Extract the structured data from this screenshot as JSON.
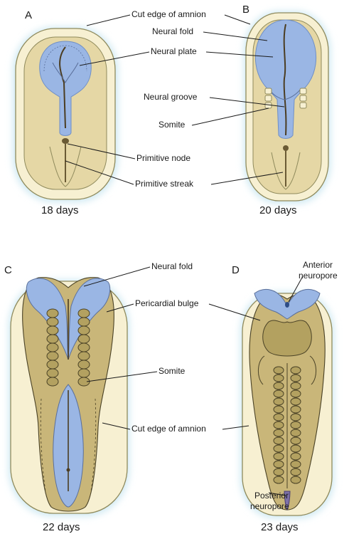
{
  "panels": {
    "a": {
      "letter": "A",
      "age": "18 days",
      "labels": {
        "cut_edge": "Cut edge of amnion",
        "neural_fold": "Neural fold",
        "neural_plate": "Neural plate",
        "primitive_node": "Primitive node",
        "primitive_streak": "Primitive streak"
      }
    },
    "b": {
      "letter": "B",
      "age": "20 days",
      "labels": {
        "neural_groove": "Neural groove",
        "somite": "Somite"
      }
    },
    "c": {
      "letter": "C",
      "age": "22 days",
      "labels": {
        "neural_fold": "Neural fold",
        "pericardial_bulge": "Pericardial bulge",
        "somite": "Somite",
        "cut_edge": "Cut edge of amnion"
      }
    },
    "d": {
      "letter": "D",
      "age": "23 days",
      "labels": {
        "anterior_neuropore_1": "Anterior",
        "anterior_neuropore_2": "neuropore",
        "posterior_neuropore_1": "Posterior",
        "posterior_neuropore_2": "neuropore"
      }
    }
  },
  "colors": {
    "amnion_fill": "#f7f0d2",
    "amnion_stroke": "#8f8a5c",
    "glow": "#cfe9f2",
    "embryo_disc": "#e5d7a5",
    "embryo_body": "#c9b679",
    "somite": "#b3a160",
    "neural": "#9ab6e4",
    "neural_dark": "#7ba0d6",
    "groove": "#4b3d22"
  }
}
